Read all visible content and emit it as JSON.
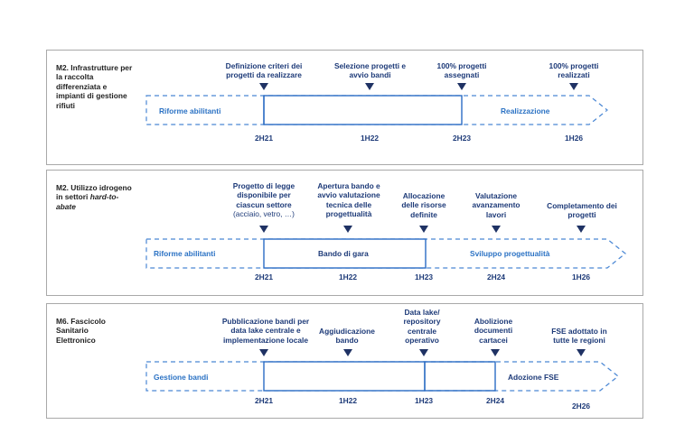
{
  "panels": [
    {
      "title": "M2. Infrastrutture per la raccolta differenziata e impianti di gestione rifiuti",
      "title_html": "M2. Infrastrutture per la raccolta differenziata e impianti di gestione rifiuti",
      "milestones": [
        {
          "label": "Definizione criteri dei progetti da realizzare"
        },
        {
          "label": "Selezione progetti e avvio bandi"
        },
        {
          "label": "100% progetti assegnati"
        },
        {
          "label": "100% progetti realizzati"
        }
      ],
      "bar_labels": [
        "Riforme abilitanti",
        "",
        "Realizzazione"
      ],
      "dates": [
        "2H21",
        "1H22",
        "2H23",
        "1H26"
      ]
    },
    {
      "title_parts": [
        "M2. Utilizzo idrogeno in settori ",
        "hard-to-abate"
      ],
      "milestones": [
        {
          "label": "Progetto di legge disponibile per ciascun settore",
          "sub": "(acciaio, vetro, …)"
        },
        {
          "label": "Apertura bando e avvio valutazione tecnica delle progettualità"
        },
        {
          "label": "Allocazione delle risorse definite"
        },
        {
          "label": "Valutazione avanzamento lavori"
        },
        {
          "label": "Completamento dei progetti"
        }
      ],
      "bar_labels": [
        "Riforme abilitanti",
        "Bando di gara",
        "Sviluppo progettualità"
      ],
      "dates": [
        "2H21",
        "1H22",
        "1H23",
        "2H24",
        "1H26"
      ]
    },
    {
      "title": "M6. Fascicolo Sanitario Elettronico",
      "milestones": [
        {
          "label": "Pubblicazione bandi per data lake centrale e implementazione locale"
        },
        {
          "label": "Aggiudicazione bando"
        },
        {
          "label": "Data lake/ repository centrale operativo"
        },
        {
          "label": "Abolizione documenti cartacei"
        },
        {
          "label": "FSE adottato in tutte le regioni"
        }
      ],
      "bar_labels": [
        "Gestione bandi",
        "",
        "Adozione FSE"
      ],
      "dates": [
        "2H21",
        "1H22",
        "1H23",
        "2H24",
        "2H26"
      ]
    }
  ]
}
